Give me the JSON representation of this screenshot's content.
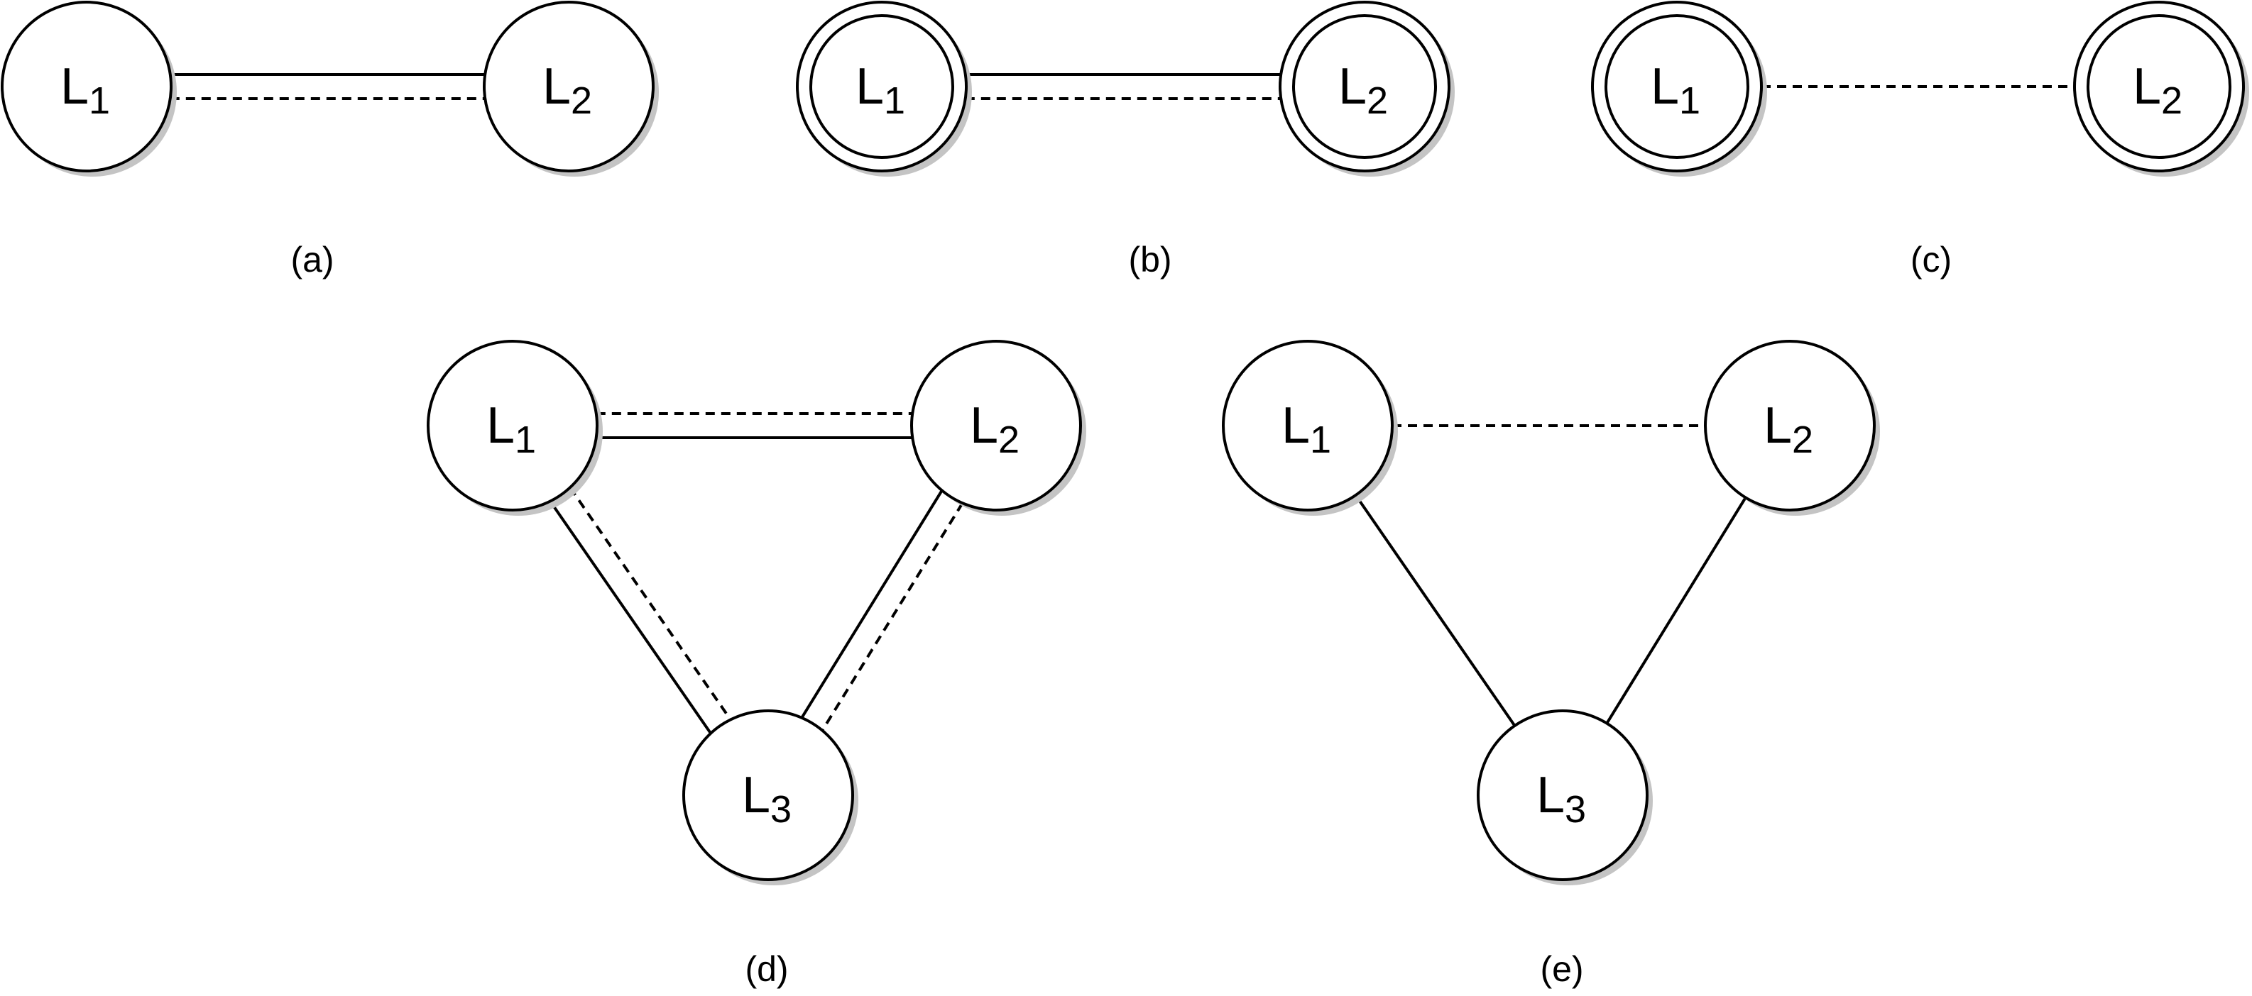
{
  "diagrams": [
    {
      "id": "a",
      "caption": "(a)",
      "nodes": [
        {
          "id": "L1",
          "base": "L",
          "sub": "1",
          "style": "single"
        },
        {
          "id": "L2",
          "base": "L",
          "sub": "2",
          "style": "single"
        }
      ],
      "edges": [
        {
          "from": "L1",
          "to": "L2",
          "kinds": [
            "solid",
            "dashed"
          ]
        }
      ]
    },
    {
      "id": "b",
      "caption": "(b)",
      "nodes": [
        {
          "id": "L1",
          "base": "L",
          "sub": "1",
          "style": "double"
        },
        {
          "id": "L2",
          "base": "L",
          "sub": "2",
          "style": "double"
        }
      ],
      "edges": [
        {
          "from": "L1",
          "to": "L2",
          "kinds": [
            "solid",
            "dashed"
          ]
        }
      ]
    },
    {
      "id": "c",
      "caption": "(c)",
      "nodes": [
        {
          "id": "L1",
          "base": "L",
          "sub": "1",
          "style": "double"
        },
        {
          "id": "L2",
          "base": "L",
          "sub": "2",
          "style": "double"
        }
      ],
      "edges": [
        {
          "from": "L1",
          "to": "L2",
          "kinds": [
            "dashed"
          ]
        }
      ]
    },
    {
      "id": "d",
      "caption": "(d)",
      "nodes": [
        {
          "id": "L1",
          "base": "L",
          "sub": "1",
          "style": "single"
        },
        {
          "id": "L2",
          "base": "L",
          "sub": "2",
          "style": "single"
        },
        {
          "id": "L3",
          "base": "L",
          "sub": "3",
          "style": "single"
        }
      ],
      "edges": [
        {
          "from": "L1",
          "to": "L2",
          "kinds": [
            "dashed",
            "solid"
          ]
        },
        {
          "from": "L1",
          "to": "L3",
          "kinds": [
            "dashed",
            "solid"
          ]
        },
        {
          "from": "L2",
          "to": "L3",
          "kinds": [
            "dashed",
            "solid"
          ]
        }
      ]
    },
    {
      "id": "e",
      "caption": "(e)",
      "nodes": [
        {
          "id": "L1",
          "base": "L",
          "sub": "1",
          "style": "single"
        },
        {
          "id": "L2",
          "base": "L",
          "sub": "2",
          "style": "single"
        },
        {
          "id": "L3",
          "base": "L",
          "sub": "3",
          "style": "single"
        }
      ],
      "edges": [
        {
          "from": "L1",
          "to": "L2",
          "kinds": [
            "dashed"
          ]
        },
        {
          "from": "L1",
          "to": "L3",
          "kinds": [
            "solid"
          ]
        },
        {
          "from": "L2",
          "to": "L3",
          "kinds": [
            "solid"
          ]
        }
      ]
    }
  ]
}
